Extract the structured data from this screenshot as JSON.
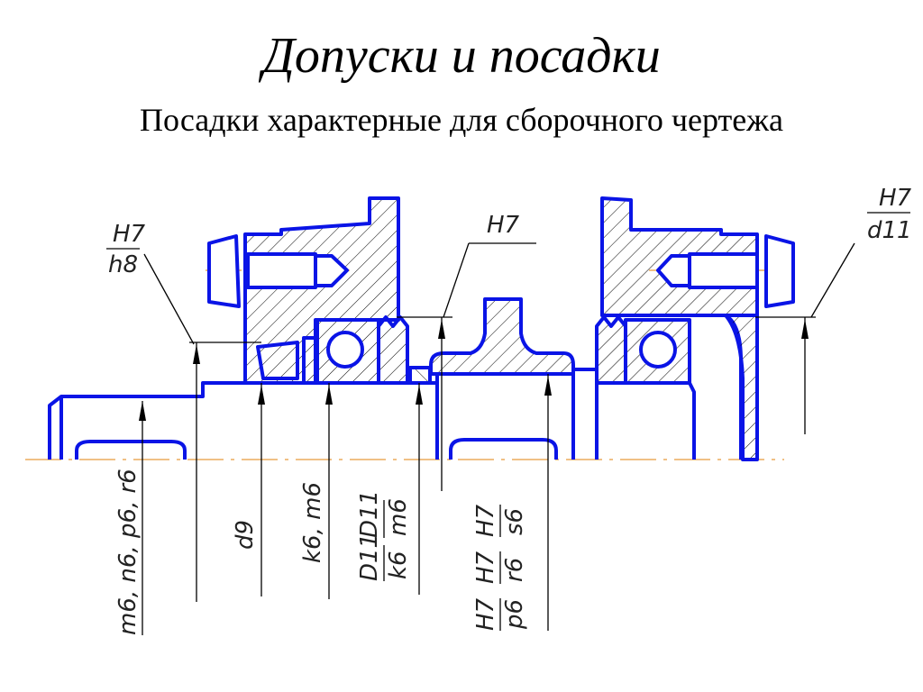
{
  "title": "Допуски и посадки",
  "subtitle": "Посадки характерные для сборочного чертежа",
  "drawing": {
    "colors": {
      "outline": "#0a14e6",
      "axis": "#e89a3c",
      "leader": "#000000"
    },
    "top_labels": {
      "left_fit": {
        "num": "H7",
        "den": "h8"
      },
      "center_fit": "H7",
      "right_fit": {
        "num": "H7",
        "den": "d11"
      }
    },
    "bottom_labels": {
      "shaft_fits": "m6, n6, p6, r6",
      "seal_fit": "d9",
      "bearing_fit": "k6, m6",
      "sleeve_fits": [
        {
          "num": "D11",
          "den": "k6"
        },
        {
          "num": "D11",
          "den": "m6"
        }
      ],
      "gear_fits": [
        {
          "num": "H7",
          "den": "p6"
        },
        {
          "num": "H7",
          "den": "r6"
        },
        {
          "num": "H7",
          "den": "s6"
        }
      ]
    }
  }
}
